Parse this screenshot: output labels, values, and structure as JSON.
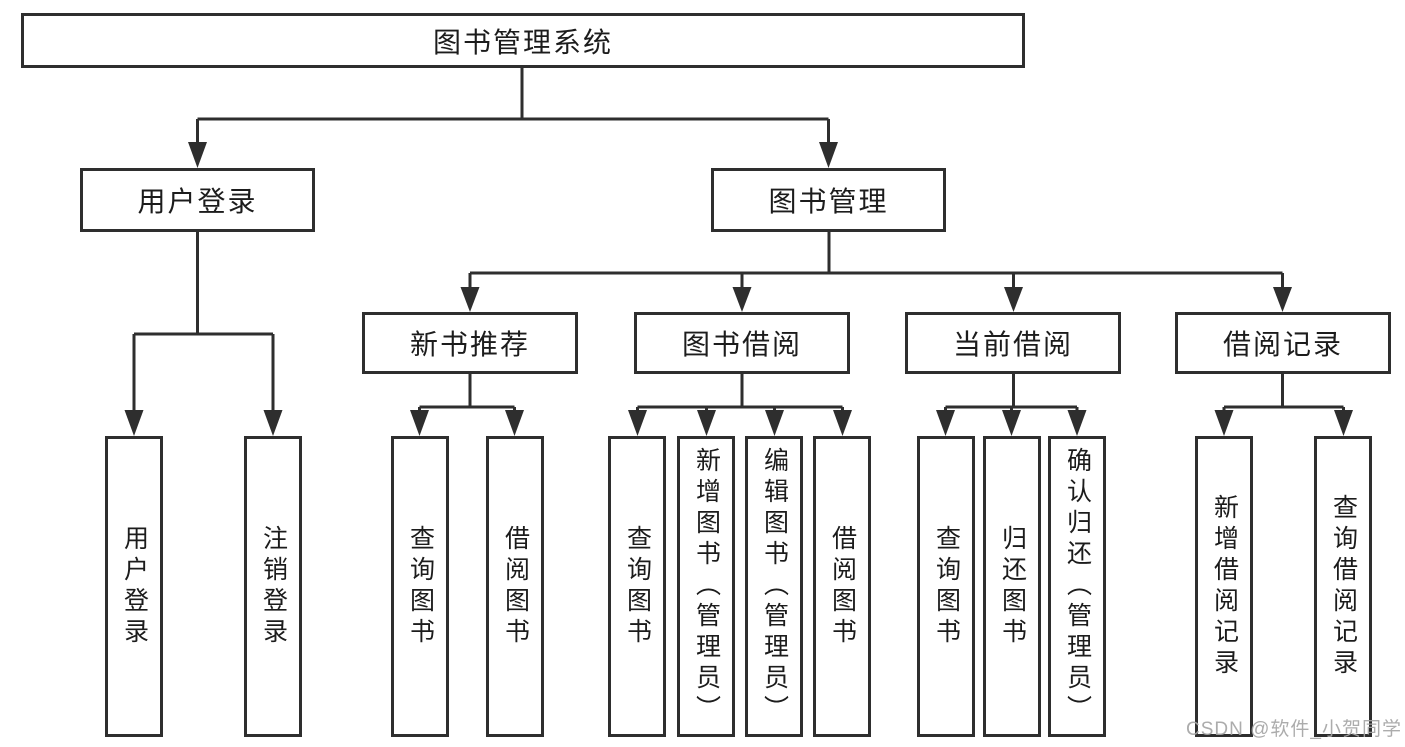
{
  "diagram": {
    "title_node": "图书管理系统",
    "root": {
      "label": "图书管理系统"
    },
    "branches": [
      {
        "label": "用户登录",
        "children": [
          {
            "label": "用户登录"
          },
          {
            "label": "注销登录"
          }
        ]
      },
      {
        "label": "图书管理",
        "children": [
          {
            "label": "新书推荐",
            "children": [
              {
                "label": "查询图书"
              },
              {
                "label": "借阅图书"
              }
            ]
          },
          {
            "label": "图书借阅",
            "children": [
              {
                "label": "查询图书"
              },
              {
                "label": "新增图书（管理员）"
              },
              {
                "label": "编辑图书（管理员）"
              },
              {
                "label": "借阅图书"
              }
            ]
          },
          {
            "label": "当前借阅",
            "children": [
              {
                "label": "查询图书"
              },
              {
                "label": "归还图书"
              },
              {
                "label": "确认归还（管理员）"
              }
            ]
          },
          {
            "label": "借阅记录",
            "children": [
              {
                "label": "新增借阅记录"
              },
              {
                "label": "查询借阅记录"
              }
            ]
          }
        ]
      }
    ]
  },
  "watermark": {
    "text": "CSDN @软件_小贺同学"
  },
  "colors": {
    "line": "#2e2e2e",
    "text": "#1c1c1c",
    "background": "#ffffff",
    "watermark": "#a5a5a5"
  }
}
